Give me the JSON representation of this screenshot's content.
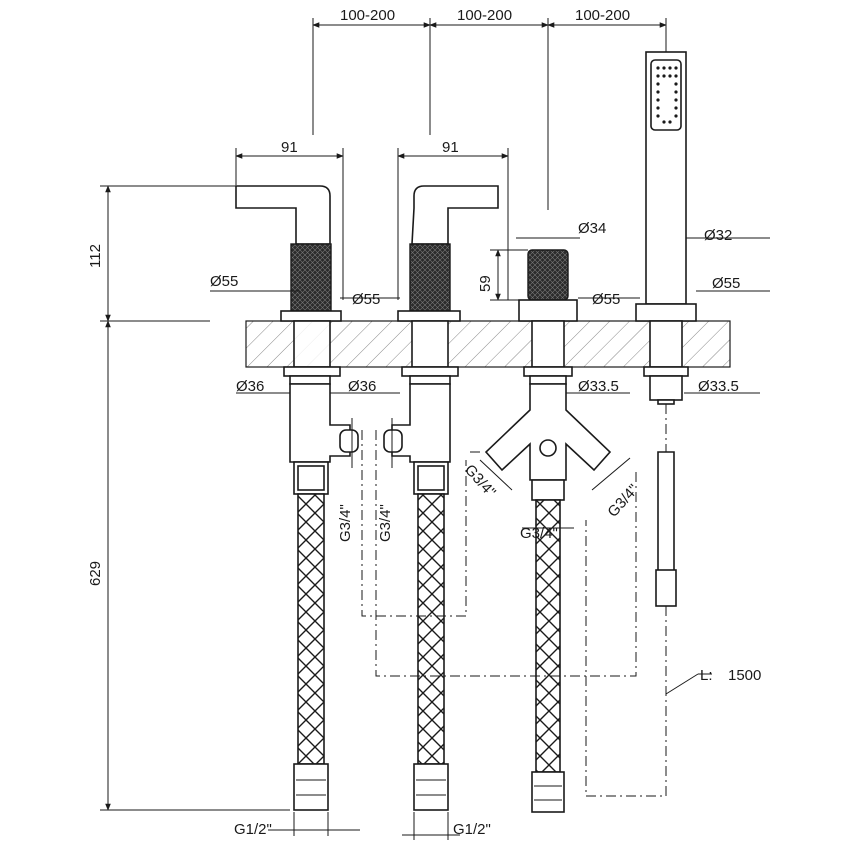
{
  "dimensions": {
    "spacing_labels": [
      "100-200",
      "100-200",
      "100-200"
    ],
    "lever_width_left": "91",
    "lever_width_right": "91",
    "height_above_deck": "112",
    "height_below_deck": "629",
    "knob_height": "59",
    "dia_34": "Ø34",
    "dia_32": "Ø32",
    "dia_55_a": "Ø55",
    "dia_55_b": "Ø55",
    "dia_55_c": "Ø55",
    "dia_55_d": "Ø55",
    "dia_36_a": "Ø36",
    "dia_36_b": "Ø36",
    "dia_33_5_a": "Ø33.5",
    "dia_33_5_b": "Ø33.5",
    "thread_g34_1": "G3/4\"",
    "thread_g34_2": "G3/4\"",
    "thread_g34_3": "G3/4\"",
    "thread_g34_4": "G3/4\"",
    "thread_g34_5": "G3/4\"",
    "thread_g12_1": "G1/2\"",
    "thread_g12_2": "G1/2\"",
    "hose_length_prefix": "L:",
    "hose_length_value": "1500"
  }
}
